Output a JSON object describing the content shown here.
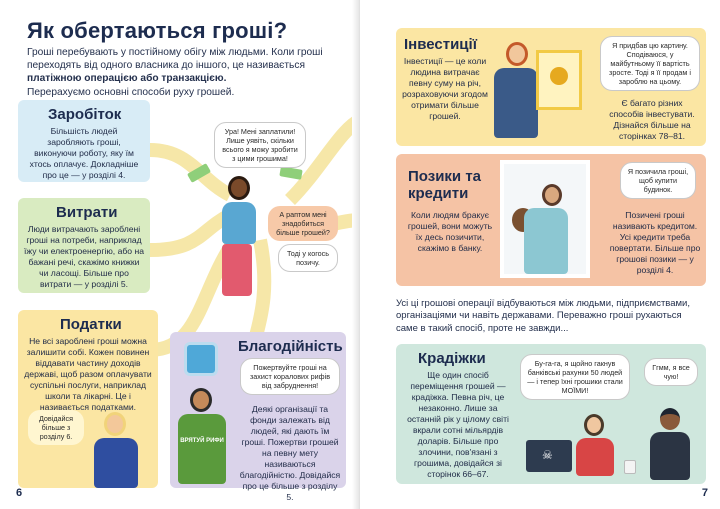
{
  "left_page": {
    "title": "Як обертаються гроші?",
    "intro_1": "Гроші перебувають у постійному обігу між людьми. Коли гроші переходять від одного власника до іншого, це називається",
    "intro_bold": "платіжною операцією або транзакцією.",
    "intro_2": "Перерахуємо основні способи руху грошей.",
    "zarobitok": {
      "title": "Заробіток",
      "text": "Більшість людей заробляють гроші, виконуючи роботу, яку їм хтось оплачує. Докладніше про це — у розділі 4."
    },
    "vytraty": {
      "title": "Витрати",
      "text": "Люди витрачають зароблені гроші на потреби, наприклад їжу чи електроенергію, або на бажані речі, скажімо книжки чи ласощі. Більше про витрати — у розділі 5."
    },
    "podatky": {
      "title": "Податки",
      "text": "Не всі зароблені гроші можна залишити собі. Кожен повинен віддавати частину доходів державі, щоб разом оплачувати суспільні послуги, наприклад школи та лікарні. Це і називається податками.",
      "note": "Довідайся більше з розділу 6."
    },
    "blagodiynist": {
      "title": "Благодійність",
      "text": "Деякі організації та фонди залежать від людей, які дають їм гроші. Пожертви грошей на певну мету називаються благодійністю. Довідайся про це більше з розділу 5.",
      "bubble": "Пожертвуйте гроші на захист коралових рифів від забруднення!",
      "shirt": "ВРЯТУЙ РИФИ"
    },
    "bubble_hurray": "Ура! Мені заплатили! Лише уявіть, скільки всього я можу зробити з цими грошима!",
    "bubble_need": "А раптом мені знадобиться більше грошей?",
    "bubble_borrow": "Тоді у когось позичу.",
    "page_number": "6"
  },
  "right_page": {
    "investytsii": {
      "title": "Інвестиції",
      "text": "Інвестиції — це коли людина витрачає певну суму на річ, розраховуючи згодом отримати більше грошей.",
      "bubble": "Я придбав цю картину. Сподіваюся, у майбутньому її вартість зросте. Тоді я її продам і зароблю на цьому.",
      "more": "Є багато різних способів інвестувати. Дізнайся більше на сторінках 78–81."
    },
    "pozyky": {
      "title": "Позики та кредити",
      "text": "Коли людям бракує грошей, вони можуть їх десь позичити, скажімо в банку.",
      "bubble": "Я позичила гроші, щоб купити будинок.",
      "more": "Позичені гроші називають кредитом. Усі кредити треба повертати. Більше про грошові позики — у розділі 4."
    },
    "middle_text": "Усі ці грошові операції відбуваються між людьми, підприємствами, організаціями чи навіть державами. Переважно гроші рухаються саме в такий спосіб, проте не завжди...",
    "kradizhky": {
      "title": "Крадіжки",
      "text": "Ще один спосіб переміщення грошей — крадіжка. Певна річ, це незаконно. Лише за останній рік у цілому світі вкрали сотні мільярдів доларів. Більше про злочини, пов'язані з грошима, довідайся зі сторінок 66–67.",
      "bubble_thief": "Бу-га-га, я щойно гакнув банківські рахунки 50 людей — і тепер їхні грошики стали МОЇМИ!",
      "bubble_police": "Ггмм, я все чую!"
    },
    "page_number": "7"
  },
  "colors": {
    "blue_card": "#d8ecf6",
    "green_card": "#d9ebc1",
    "yellow_card": "#fbe6a3",
    "purple_card": "#dad3ea",
    "orange_card": "#f5c3a5",
    "teal_card": "#cfe7dd",
    "road": "#f6e7a8"
  }
}
